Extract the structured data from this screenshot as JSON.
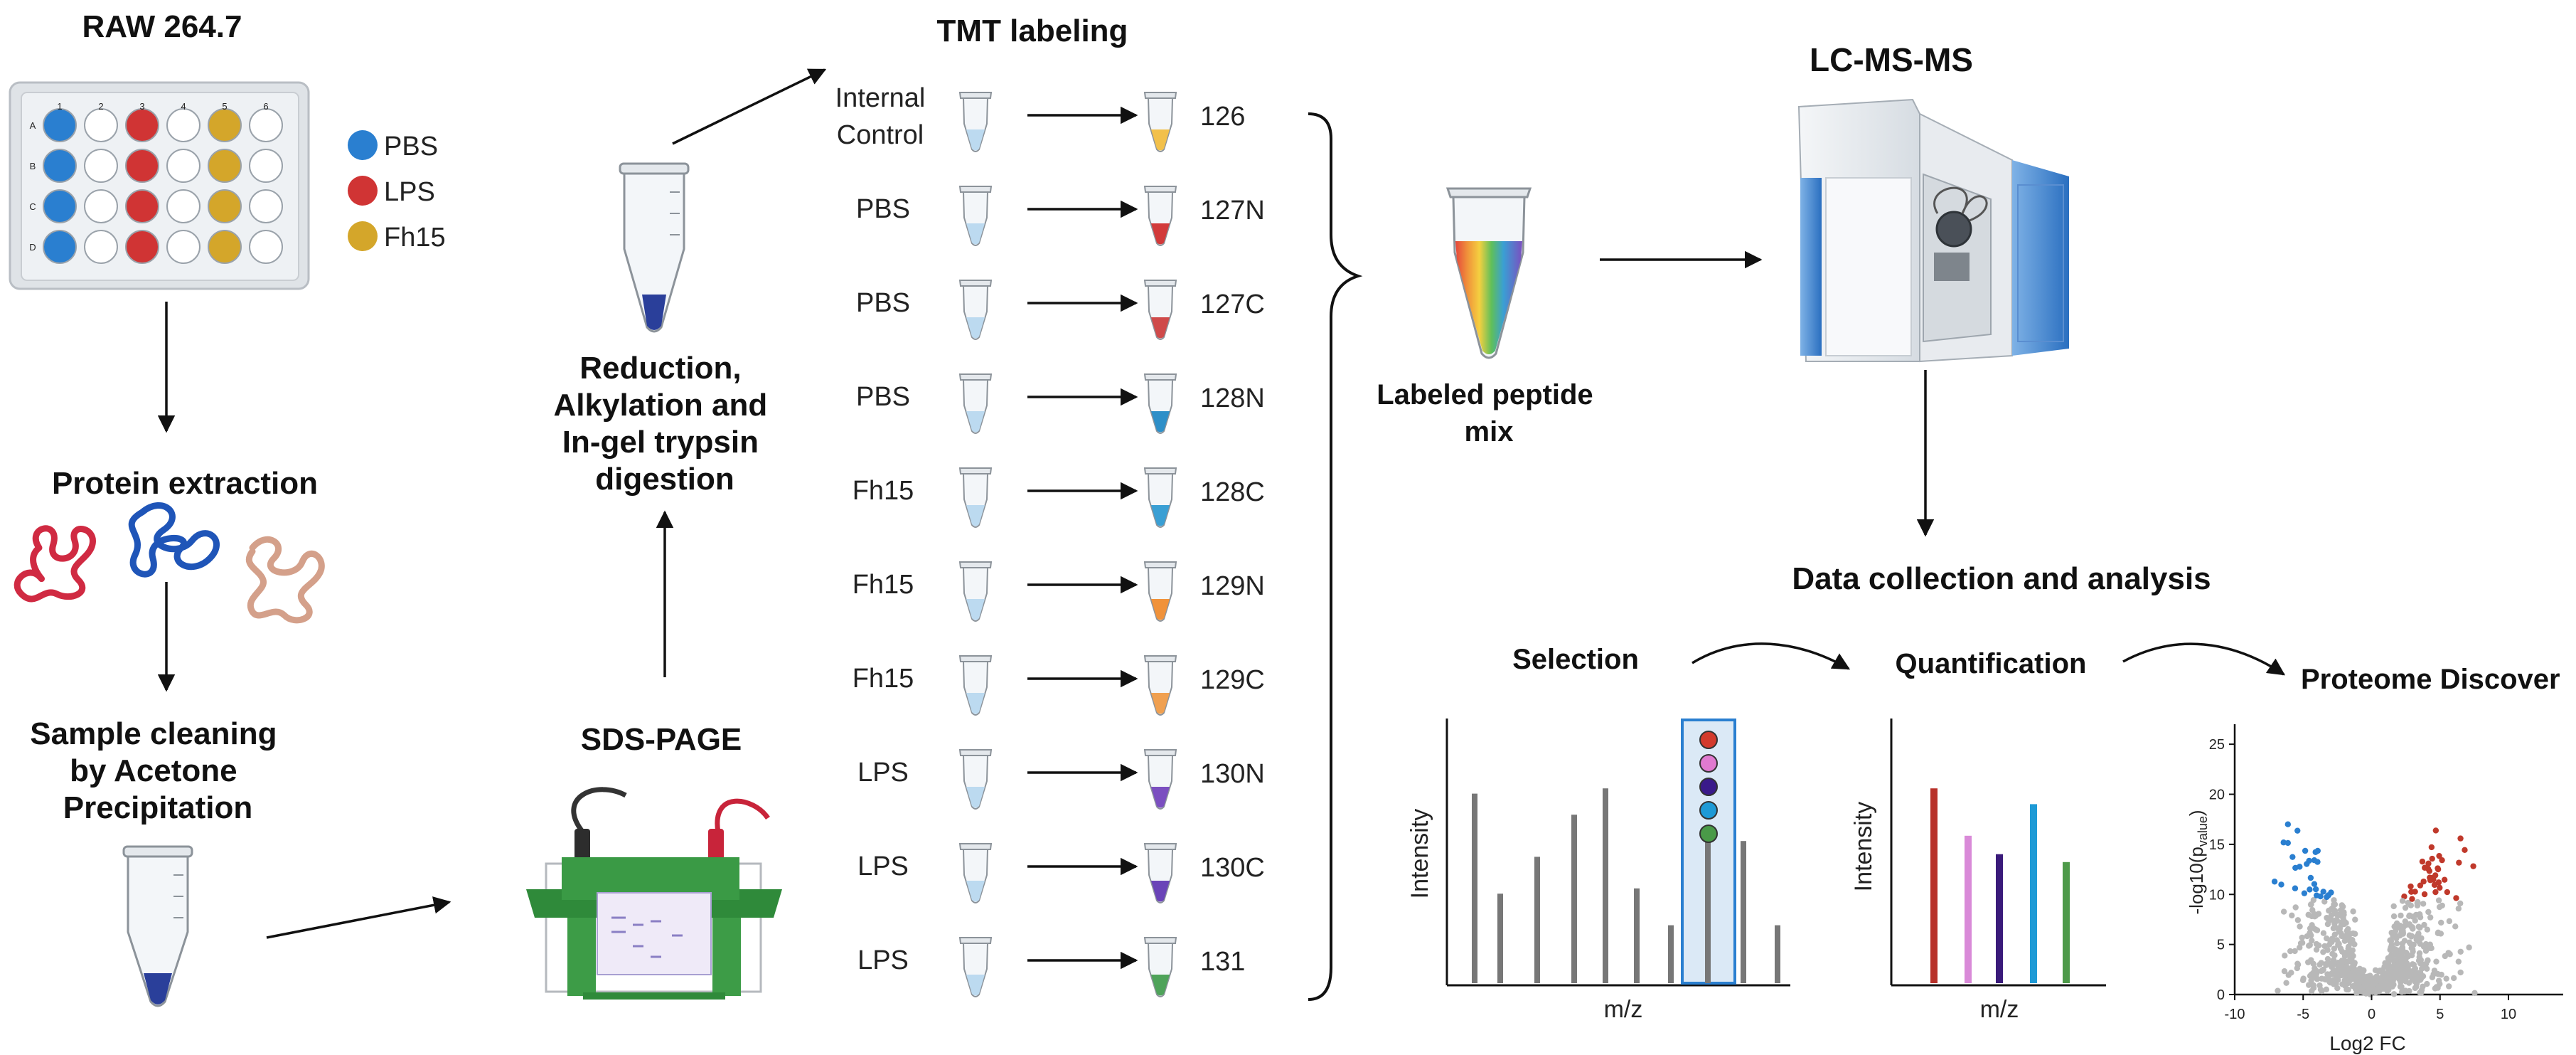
{
  "workflow": {
    "cell_line": "RAW 264.7",
    "legend": [
      {
        "label": "PBS",
        "color": "#2a7fd0"
      },
      {
        "label": "LPS",
        "color": "#d03434"
      },
      {
        "label": "Fh15",
        "color": "#d4a62a"
      }
    ],
    "plate": {
      "col_numbers": [
        "1",
        "2",
        "3",
        "4",
        "5",
        "6"
      ],
      "row_letters": [
        "A",
        "B",
        "C",
        "D"
      ]
    },
    "protein_extraction": "Protein extraction",
    "sample_cleaning": [
      "Sample cleaning",
      "by Acetone",
      "Precipitation"
    ],
    "sds_page": "SDS-PAGE",
    "reduction": [
      "Reduction,",
      "Alkylation and",
      "In-gel trypsin",
      "digestion"
    ],
    "tmt_labeling": "TMT labeling",
    "labeled_mix": [
      "Labeled peptide",
      "mix"
    ],
    "lcms": "LC-MS-MS",
    "data_analysis": "Data collection and analysis"
  },
  "tmt_rows": [
    {
      "sample": "Internal Control",
      "tag": "126",
      "color": "#f2c04a"
    },
    {
      "sample": "PBS",
      "tag": "127N",
      "color": "#d23a3a"
    },
    {
      "sample": "PBS",
      "tag": "127C",
      "color": "#cf4a4a"
    },
    {
      "sample": "PBS",
      "tag": "128N",
      "color": "#2e8fc8"
    },
    {
      "sample": "Fh15",
      "tag": "128C",
      "color": "#3a9fd4"
    },
    {
      "sample": "Fh15",
      "tag": "129N",
      "color": "#f0923a"
    },
    {
      "sample": "Fh15",
      "tag": "129C",
      "color": "#f0a050"
    },
    {
      "sample": "LPS",
      "tag": "130N",
      "color": "#7b4fc0"
    },
    {
      "sample": "LPS",
      "tag": "130C",
      "color": "#6a44b8"
    },
    {
      "sample": "LPS",
      "tag": "131",
      "color": "#4fa35a"
    }
  ],
  "panels": {
    "selection": {
      "title": "Selection",
      "xlabel": "m/z",
      "ylabel": "Intensity",
      "bar_heights": [
        0.72,
        0.34,
        0.48,
        0.64,
        0.74,
        0.36,
        0.22,
        0.6,
        0.54,
        0.22
      ],
      "ion_colors": [
        "#d33a2c",
        "#e07ad0",
        "#3a1a8a",
        "#1e9ad6",
        "#4a9a48"
      ]
    },
    "quantification": {
      "title": "Quantification",
      "xlabel": "m/z",
      "ylabel": "Intensity",
      "bars": [
        {
          "color": "#b8322a",
          "value": 0.74
        },
        {
          "color": "#d98ad8",
          "value": 0.56
        },
        {
          "color": "#3a1a7a",
          "value": 0.49
        },
        {
          "color": "#1e9ad6",
          "value": 0.68
        },
        {
          "color": "#4e9a4a",
          "value": 0.46
        }
      ]
    },
    "proteome": {
      "title": "Proteome Discover",
      "xlabel": "Log2 FC",
      "ylabel": "-log10(p",
      "ylabel_sub": "value",
      "ylabel_end": ")",
      "xticks": [
        "-10",
        "-5",
        "0",
        "5",
        "10"
      ],
      "yticks": [
        "0",
        "5",
        "10",
        "15",
        "20",
        "25"
      ],
      "xlim": [
        -10,
        14
      ],
      "ylim": [
        0,
        27
      ],
      "colors": {
        "down": "#2a7fd0",
        "up": "#c0392b",
        "ns": "#b8b8b8"
      }
    }
  }
}
